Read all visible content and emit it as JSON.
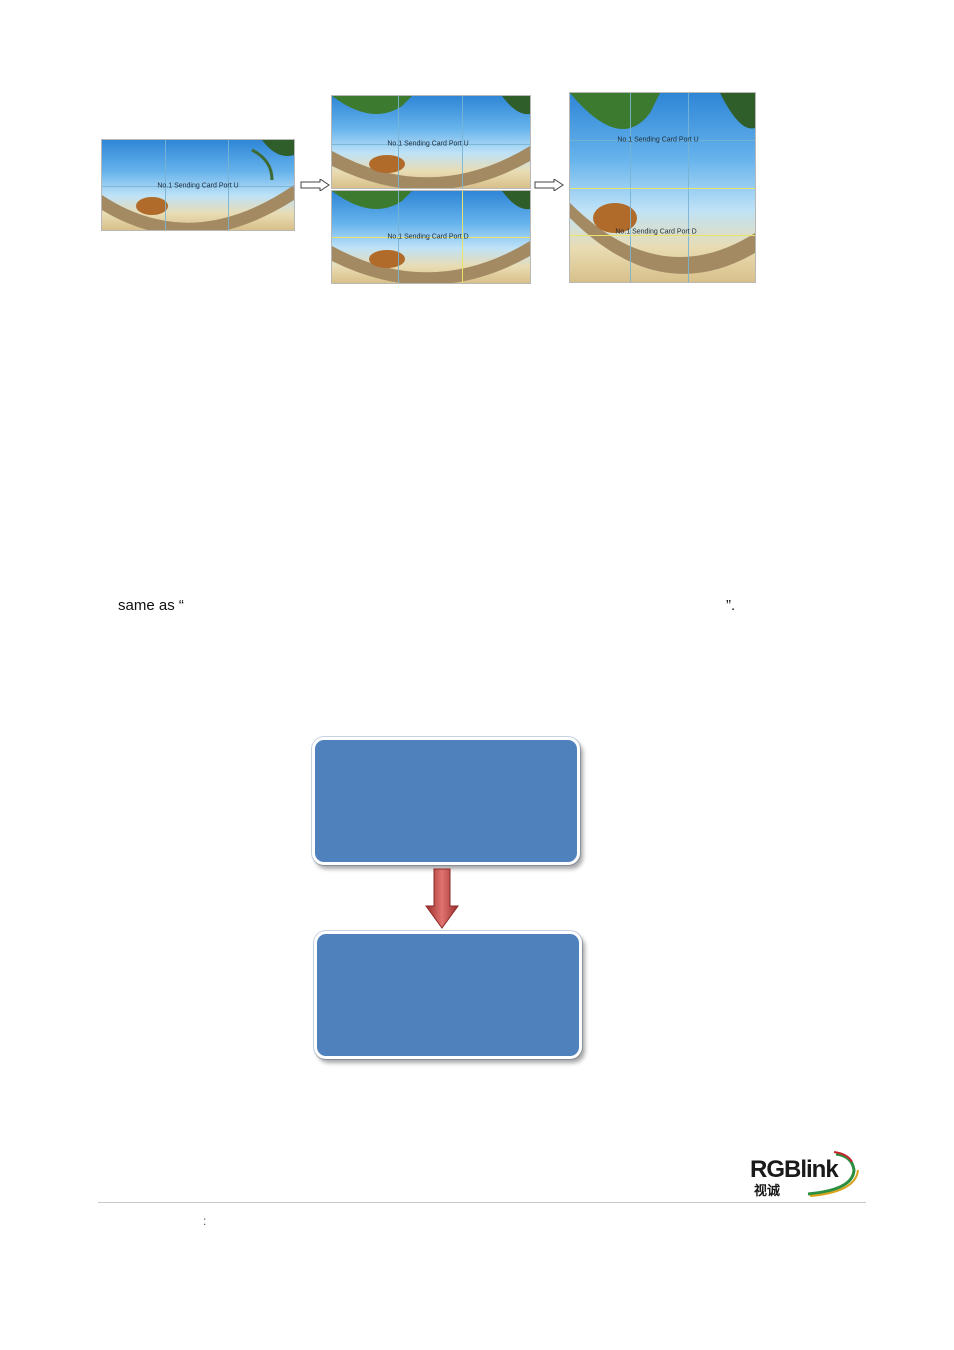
{
  "figure": {
    "panel_single": {
      "label": "No.1 Sending Card Port U"
    },
    "panel_split_top": {
      "label": "No.1 Sending Card Port U"
    },
    "panel_split_bottom": {
      "label": "No.1 Sending Card Port D"
    },
    "panel_tall": {
      "label_top": "No.1 Sending Card Port U",
      "label_bottom": "No.1 Sending Card Port D"
    }
  },
  "body": {
    "text_prefix": "same as “",
    "text_suffix": "”."
  },
  "flowchart": {
    "box_fill": "#4f81bd",
    "arrow_color": "#c0504d",
    "arrow_icon": "down-arrow-icon"
  },
  "footer": {
    "colon": ":",
    "logo_text": "RGBlink",
    "logo_cn": "视诚"
  }
}
